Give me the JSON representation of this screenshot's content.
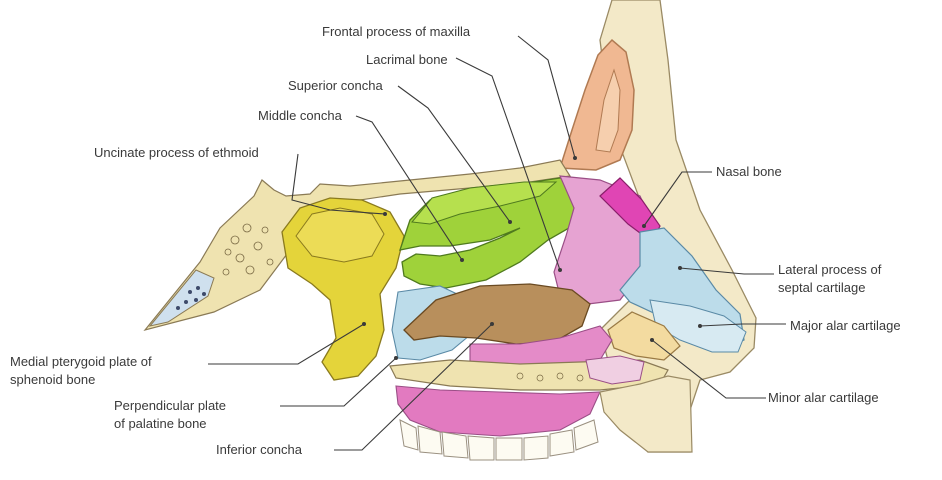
{
  "labels": {
    "frontal_process": "Frontal process of maxilla",
    "lacrimal_bone": "Lacrimal bone",
    "superior_concha": "Superior concha",
    "middle_concha": "Middle concha",
    "uncinate_process": "Uncinate process of ethmoid",
    "nasal_bone": "Nasal bone",
    "lateral_process_1": "Lateral process of",
    "lateral_process_2": "septal cartilage",
    "major_alar": "Major alar cartilage",
    "medial_pterygoid_1": "Medial pterygoid plate of",
    "medial_pterygoid_2": "sphenoid bone",
    "perpendicular_plate_1": "Perpendicular plate",
    "perpendicular_plate_2": "of palatine bone",
    "minor_alar": "Minor alar cartilage",
    "inferior_concha": "Inferior concha"
  },
  "colors": {
    "ethmoid_spongy": "#efe3b0",
    "sphenoid": "#e4d43a",
    "concha_green": "#9fd23a",
    "inferior_concha": "#b88f5c",
    "lacrimal_pink": "#e6a3d2",
    "cartilage_blue": "#bcdcea",
    "maxilla_pink": "#e48bc8",
    "frontal_sinus": "#f0b892",
    "nasal_bone": "#e045b4",
    "skin": "#f3e9c8",
    "teeth": "#fdfbf2"
  }
}
